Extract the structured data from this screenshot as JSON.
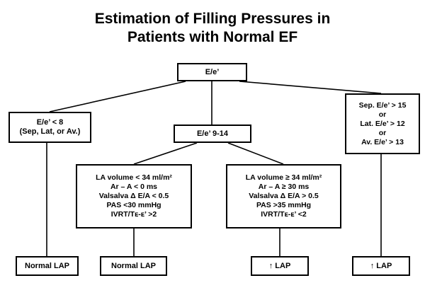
{
  "title": {
    "line1": "Estimation of Filling Pressures in",
    "line2": "Patients with Normal EF"
  },
  "nodes": {
    "root": {
      "lines": [
        "E/e’"
      ]
    },
    "left_branch": {
      "lines": [
        "E/e’ < 8",
        "(Sep, Lat, or Av.)"
      ]
    },
    "mid_branch": {
      "lines": [
        "E/e’ 9-14"
      ]
    },
    "right_branch": {
      "lines": [
        "Sep. E/e’ > 15",
        "or",
        "Lat. E/e’ > 12",
        "or",
        "Av. E/e’ > 13"
      ]
    },
    "criteria_left": {
      "lines": [
        "LA volume < 34 ml/m²",
        "Ar – A < 0 ms",
        "Valsalva Δ E/A < 0.5",
        "PAS <30 mmHg",
        "IVRT/Tᴇ-ᴇ’ >2"
      ]
    },
    "criteria_right": {
      "lines": [
        "LA volume ≥ 34 ml/m²",
        "Ar – A ≥ 30 ms",
        "Valsalva Δ E/A > 0.5",
        "PAS >35 mmHg",
        "IVRT/Tᴇ-ᴇ’ <2"
      ]
    },
    "outcome_1": {
      "lines": [
        "Normal LAP"
      ]
    },
    "outcome_2": {
      "lines": [
        "Normal LAP"
      ]
    },
    "outcome_3": {
      "lines": [
        "↑ LAP"
      ]
    },
    "outcome_4": {
      "lines": [
        "↑ LAP"
      ]
    }
  },
  "colors": {
    "stroke": "#000000",
    "background": "#ffffff",
    "text": "#000000"
  }
}
